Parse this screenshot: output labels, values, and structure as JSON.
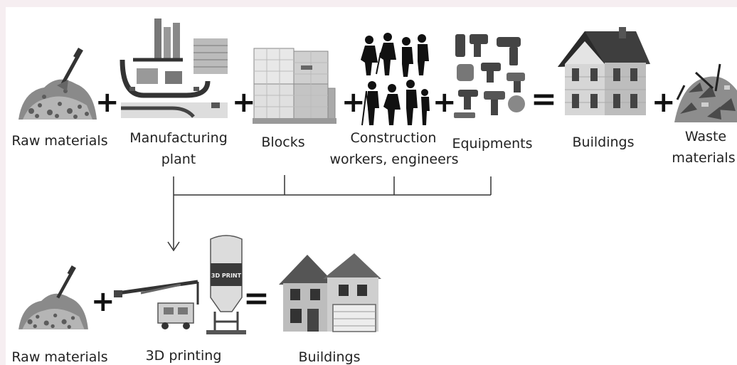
{
  "top_row": {
    "labels": {
      "raw_materials": "Raw materials",
      "manufacturing_plant_line1": "Manufacturing",
      "manufacturing_plant_line2": "plant",
      "blocks": "Blocks",
      "construction_line1": "Construction",
      "construction_line2": "workers, engineers",
      "equipments": "Equipments",
      "buildings": "Buildings",
      "waste_line1": "Waste",
      "waste_line2": "materials"
    },
    "operators": [
      "+",
      "+",
      "+",
      "+",
      "=",
      "+"
    ]
  },
  "bottom_row": {
    "labels": {
      "raw_materials": "Raw materials",
      "printing": "3D printing",
      "buildings": "Buildings"
    },
    "operators": [
      "+",
      "="
    ],
    "silo_text": "3D PRINT"
  },
  "icons": {
    "raw_materials": "soil-pile-with-trowel-icon",
    "manufacturing_plant": "factory-plant-icon",
    "blocks": "stacked-blocks-pallet-icon",
    "workers": "construction-workers-silhouettes-icon",
    "equipments": "power-tools-icon",
    "building_old": "brick-house-icon",
    "waste": "debris-pile-icon",
    "printer": "3d-printer-crane-and-silo-icon",
    "building_new": "two-storey-house-with-garage-icon",
    "arrow": "down-arrow-icon"
  },
  "colors": {
    "background": "#f6eef1",
    "panel": "#ffffff",
    "ink": "#111111",
    "text": "#222222"
  }
}
